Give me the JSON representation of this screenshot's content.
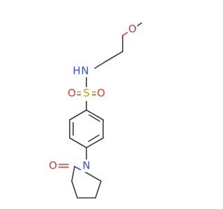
{
  "molecule": {
    "atoms": {
      "o_methoxy": "O",
      "nh": "N",
      "h": "H",
      "s": "S",
      "o_sulfonyl_left": "O",
      "o_sulfonyl_right": "O",
      "n_ring": "N",
      "o_carbonyl": "O"
    },
    "colors": {
      "carbon_bond": "#3a3a3a",
      "oxygen": "#e03a3a",
      "nitrogen": "#3a4fd8",
      "sulfur": "#c8a000"
    }
  }
}
